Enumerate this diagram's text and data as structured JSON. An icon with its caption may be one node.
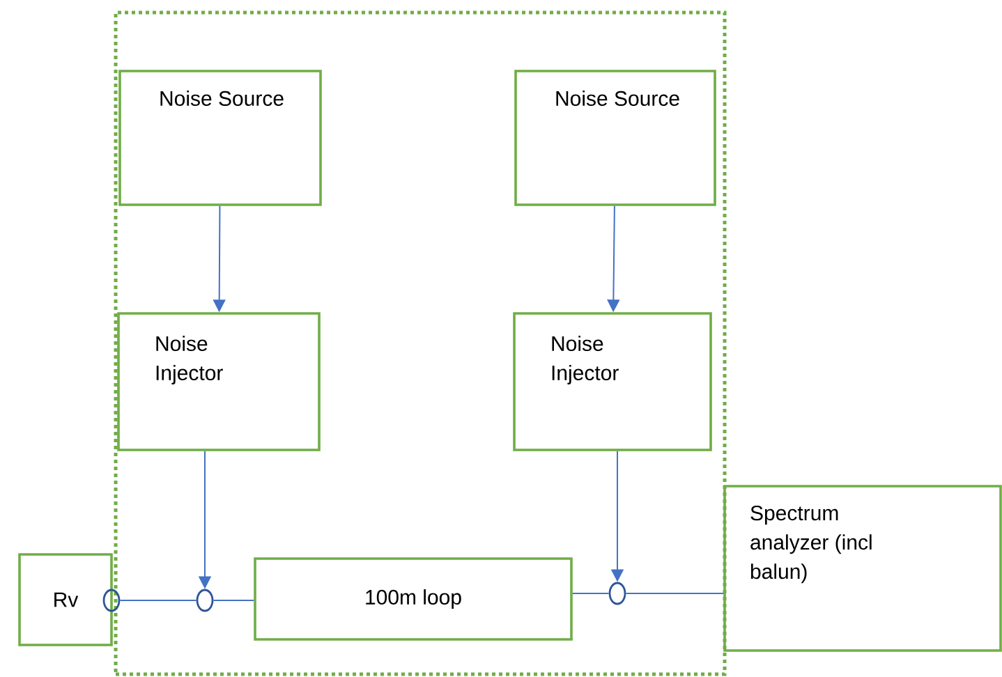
{
  "diagram": {
    "nodes": [
      {
        "text": [],
        "shape": "box"
      },
      {
        "text": [
          "Noise Source"
        ],
        "in": 0
      },
      {
        "text": [
          "Noise Source"
        ],
        "in": 0
      },
      {
        "text": [
          "Noise Injector"
        ],
        "in": 0
      },
      {
        "text": [
          "Noise Injector"
        ],
        "in": 0
      },
      {
        "text": [
          "Spectrum analyzer (incl balun)"
        ]
      },
      {
        "text": [
          "Rv"
        ]
      },
      {
        "text": [],
        "shape": "circle"
      },
      {
        "text": [],
        "shape": "circle",
        "in": 0
      },
      {
        "text": [
          "100m loop"
        ],
        "in": 0
      },
      {
        "text": [],
        "shape": "circle",
        "in": 0
      }
    ],
    "edges": [
      {
        "from": 1,
        "to": 3,
        "arrow": "to"
      },
      {
        "from": 2,
        "to": 4,
        "arrow": "to"
      },
      {
        "from": 3,
        "to": 8,
        "arrow": "to"
      },
      {
        "from": 4,
        "to": 10,
        "arrow": "to"
      },
      {
        "from": 7,
        "to": 8,
        "arrow": "none"
      },
      {
        "from": 8,
        "to": 9,
        "arrow": "none"
      },
      {
        "from": 9,
        "to": 10,
        "arrow": "none"
      },
      {
        "from": 10,
        "to": 5,
        "arrow": "none"
      }
    ]
  }
}
